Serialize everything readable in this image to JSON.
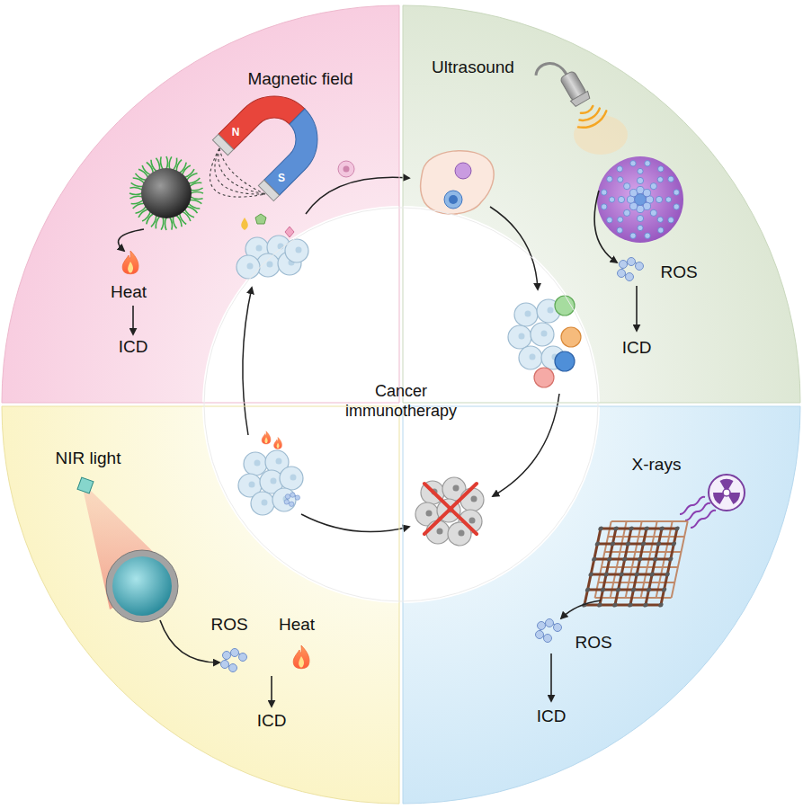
{
  "diagram": {
    "nodes": [
      {
        "text": [
          "Magnetic field"
        ]
      },
      {
        "text": [
          "Ultrasound"
        ]
      },
      {
        "text": [
          "NIR light"
        ]
      },
      {
        "text": [
          "X-rays"
        ]
      },
      {
        "text": [
          "Cancer immunotherapy"
        ]
      }
    ],
    "labels": [
      "N",
      "S",
      "Heat",
      "ICD",
      "ROS",
      "ICD",
      "ROS",
      "Heat",
      "ICD",
      "ROS",
      "ICD"
    ]
  }
}
